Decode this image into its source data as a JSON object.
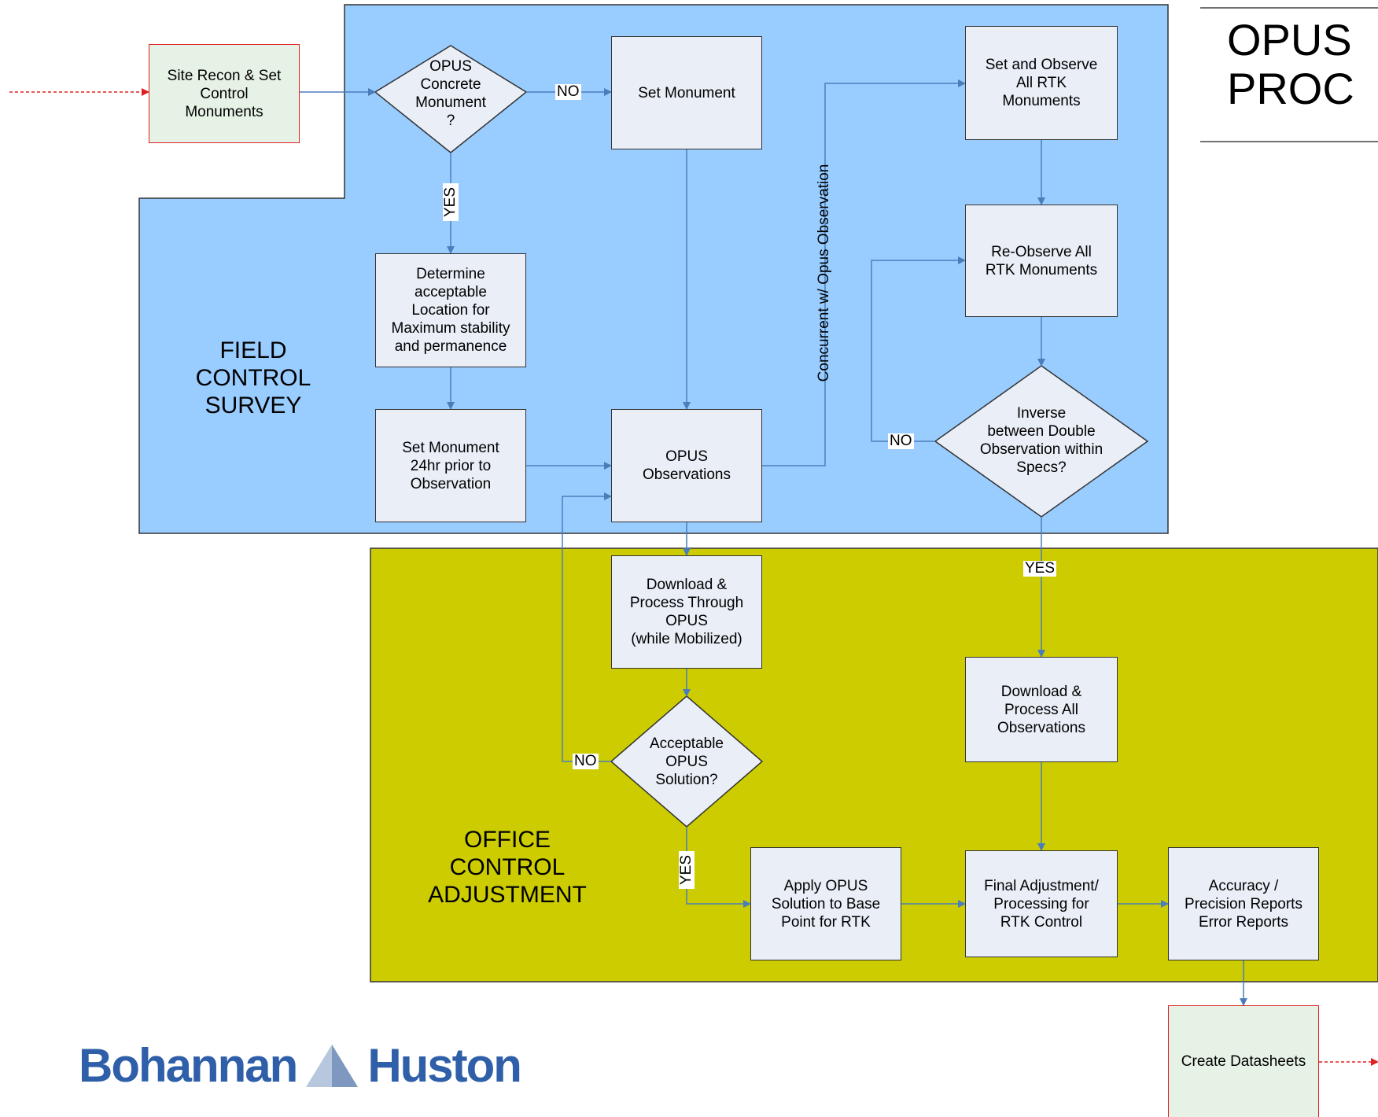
{
  "title": "OPUS\n PROC",
  "regions": {
    "field": "FIELD\nCONTROL\nSURVEY",
    "office": "OFFICE\nCONTROL\nADJUSTMENT"
  },
  "nodes": {
    "site_recon": "Site Recon & Set\nControl\nMonuments",
    "opus_concrete": "OPUS\nConcrete\nMonument\n?",
    "set_monument": "Set Monument",
    "determine_location": "Determine\nacceptable\nLocation for\nMaximum stability\nand permanence",
    "set_monument_24hr": "Set Monument\n24hr prior to\nObservation",
    "opus_observations": "OPUS\nObservations",
    "set_observe_rtk": "Set and Observe\nAll RTK\nMonuments",
    "reobserve_rtk": "Re-Observe All\nRTK Monuments",
    "inverse_specs": "Inverse\nbetween Double\nObservation within\nSpecs?",
    "download_process_opus": "Download &\nProcess Through\nOPUS\n(while Mobilized)",
    "acceptable_opus": "Acceptable\nOPUS\nSolution?",
    "download_process_all": "Download &\nProcess All\nObservations",
    "apply_opus": "Apply OPUS\nSolution to Base\nPoint for RTK",
    "final_adjustment": "Final Adjustment/\nProcessing for\nRTK Control",
    "accuracy_reports": "Accuracy /\nPrecision Reports\nError Reports",
    "create_datasheets": "Create Datasheets"
  },
  "edge_labels": {
    "no_set_monument": "NO",
    "yes_determine": "YES",
    "concurrent": "Concurrent w/ Opus Observation",
    "no_inverse": "NO",
    "yes_inverse": "YES",
    "no_acceptable": "NO",
    "yes_acceptable": "YES"
  },
  "logo": {
    "left": "Bohannan",
    "right": "Huston"
  },
  "colors": {
    "field_region": "#99ccff",
    "office_region": "#cccc00",
    "process_box": "#e9eef7",
    "endpoint_box": "#e6f2e6",
    "endpoint_border": "#e02020",
    "connector": "#4a7ebb",
    "logo": "#2f5fa8"
  }
}
